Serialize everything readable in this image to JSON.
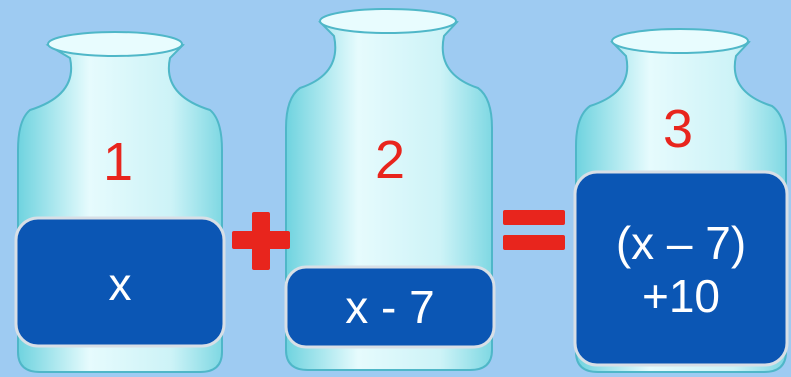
{
  "jars": [
    {
      "number": "1",
      "contents": [
        "x"
      ]
    },
    {
      "number": "2",
      "contents": [
        "x - 7"
      ]
    },
    {
      "number": "3",
      "contents": [
        "(x – 7)",
        "+10"
      ]
    }
  ],
  "operators": {
    "plus": "+",
    "equals": "="
  },
  "colors": {
    "background": "#9ecbf2",
    "jar_glass": "#c9f2f7",
    "jar_liquid": "#0b56b4",
    "numbers": "#e8251d",
    "operators": "#e8251d",
    "text": "#ffffff"
  }
}
